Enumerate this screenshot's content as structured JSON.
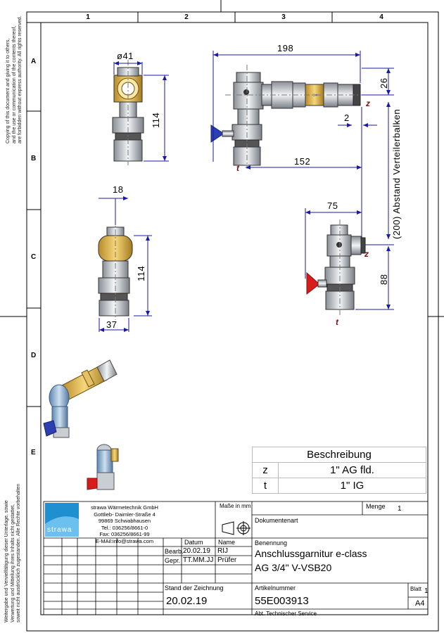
{
  "grid": {
    "columns": [
      "1",
      "2",
      "3",
      "4"
    ],
    "rows": [
      "A",
      "B",
      "C",
      "D",
      "E"
    ]
  },
  "copyright_note": "Copying of this document and giving it to others,\nand the use or communication of the contents thereof,\nare forbidden without express authority. All rights reserved.",
  "legal_note_de": "Weitergabe und Vervielfältigung dieser Unterlage, sowie\nVerwertung und Mitteilung ihres Inhalts nicht gestattet,\nsoweit nicht ausdrücklich zugestanden. Alle Rechte vorbehalten",
  "dimensions": {
    "dia": "ø41",
    "h_front": "114",
    "w_198": "198",
    "d_26": "26",
    "d_2": "2",
    "w_152": "152",
    "d_18": "18",
    "h_side": "114",
    "w_37": "37",
    "w_75": "75",
    "d_88": "88",
    "abstand": "(200)  Abstand Verteilerbalken"
  },
  "ports": {
    "z": "z",
    "t": "t"
  },
  "description_table": {
    "header": "Beschreibung",
    "rows": [
      {
        "port": "z",
        "text": "1\" AG fld."
      },
      {
        "port": "t",
        "text": "1\" IG"
      }
    ]
  },
  "title_block": {
    "logo": "strawa",
    "company_lines": [
      "strawa Wärmetechnik GmbH",
      "Gottlieb- Daimler-Straße 4",
      "99869 Schwabhausen",
      "Tel.: 036256/8661-0",
      "Fax: 036256/8661-99",
      "E-MAil:info@strawa.com"
    ],
    "masse_label": "Maße in mm",
    "menge_label": "Menge",
    "menge_value": "1",
    "dokumentenart_label": "Dokumentenart",
    "datum_label": "Datum",
    "name_label": "Name",
    "benennung_label": "Benennung",
    "bearb_label": "Bearb.",
    "bearb_datum": "20.02.19",
    "bearb_name": "RIJ",
    "gepr_label": "Gepr.",
    "gepr_datum": "TT.MM.JJ",
    "gepr_name": "Prüfer",
    "title_line1": "Anschlussgarnitur e-class",
    "title_line2": "AG 3/4\" V-VSB20",
    "stand_label": "Stand der Zeichnung",
    "stand_value": "20.02.19",
    "artikel_label": "Artikelnummer",
    "artikel_value": "55E003913",
    "blatt_label": "Blatt",
    "blatt_value": "1",
    "format": "A4",
    "abt_label": "Abt. Technischer Service"
  }
}
